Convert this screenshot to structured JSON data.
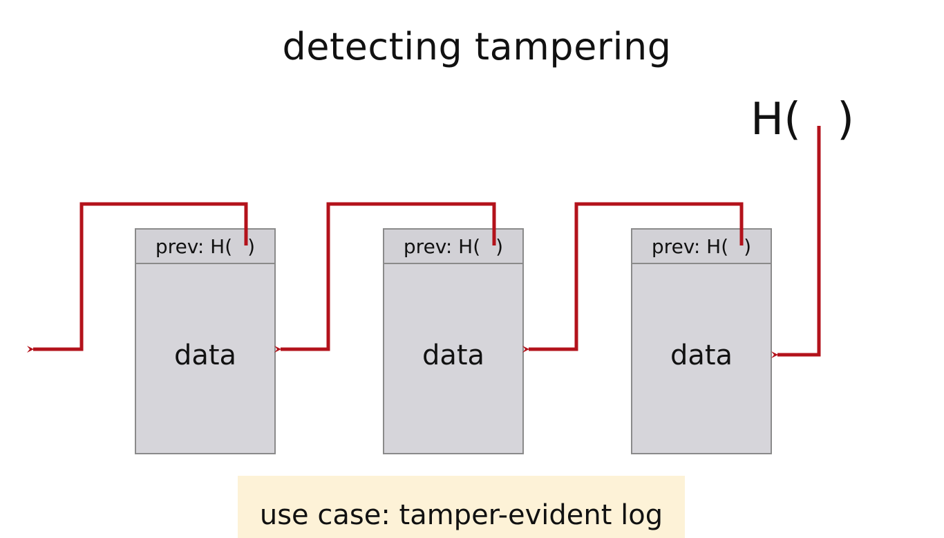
{
  "title": "detecting tampering",
  "head_hash": {
    "open": "H(",
    "close": ")"
  },
  "blocks": [
    {
      "prev_open": "prev: H(",
      "prev_close": ")",
      "body": "data"
    },
    {
      "prev_open": "prev: H(",
      "prev_close": ")",
      "body": "data"
    },
    {
      "prev_open": "prev: H(",
      "prev_close": ")",
      "body": "data"
    }
  ],
  "note": "use case: tamper-evident log",
  "colors": {
    "pointer": "#b3121b",
    "block_fill": "#d6d5da",
    "note_fill": "#fdf2d7"
  }
}
